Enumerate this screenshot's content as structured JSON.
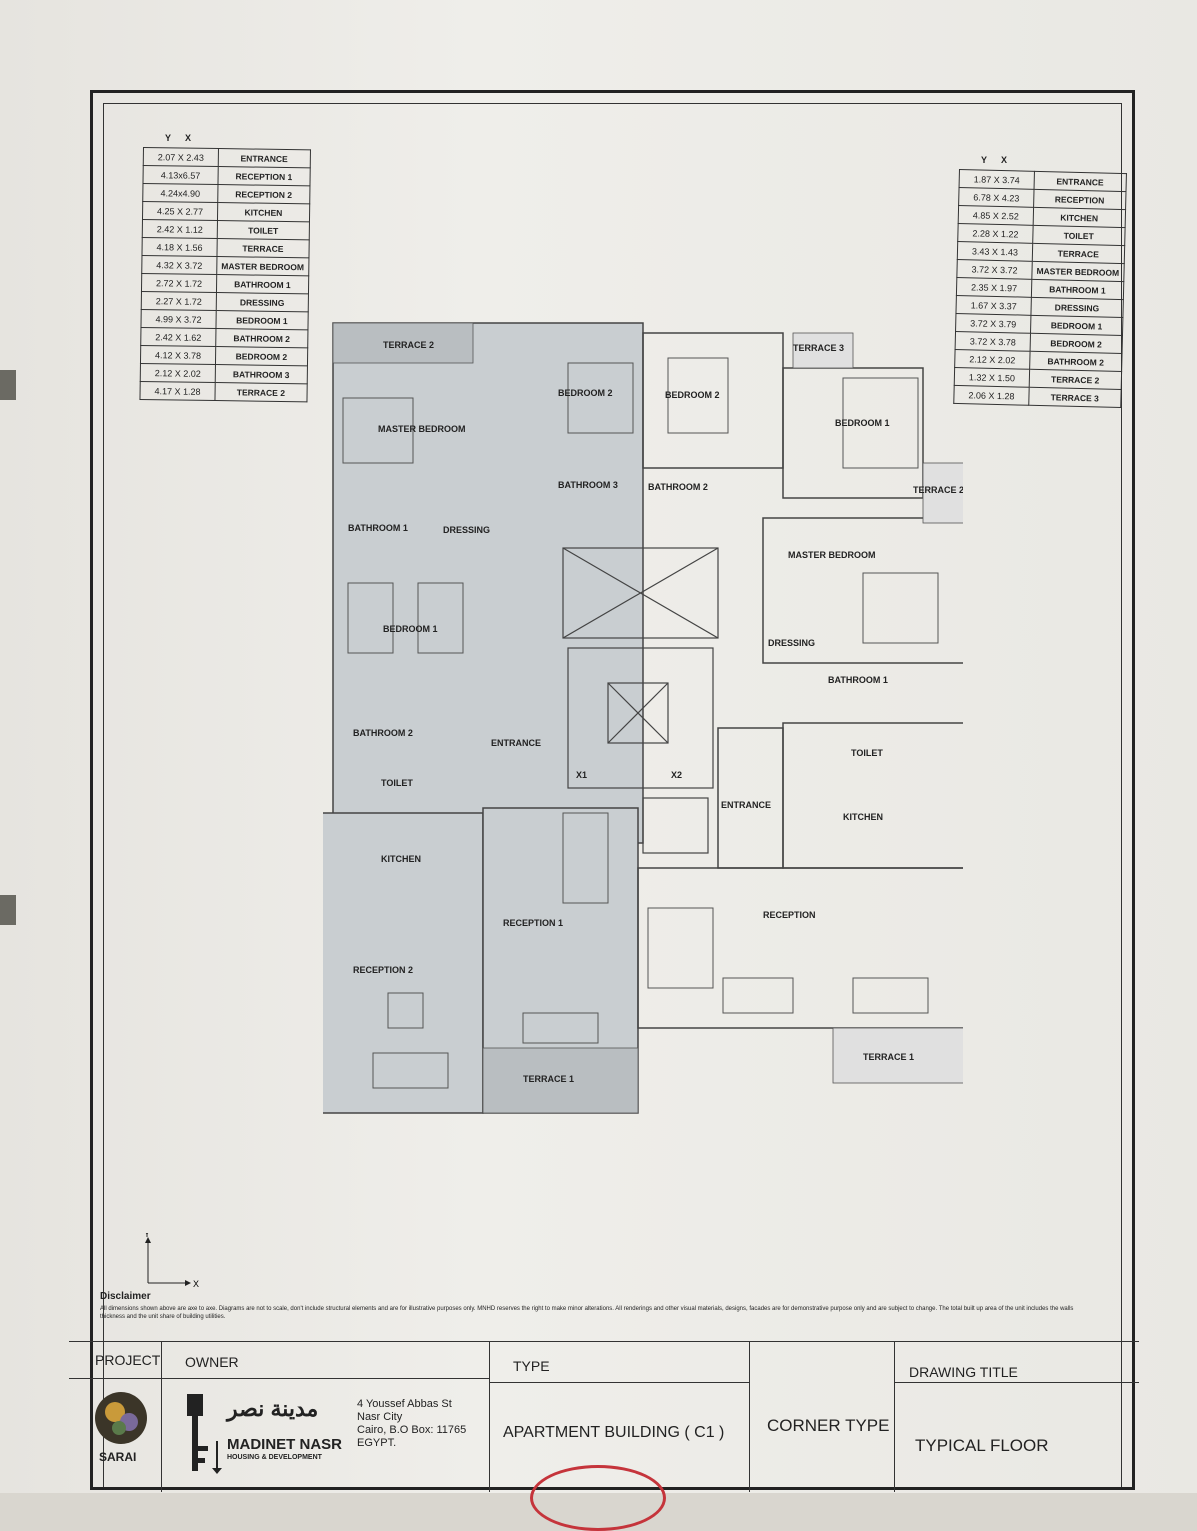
{
  "tables": {
    "left": {
      "axis_y": "Y",
      "axis_x": "X",
      "rows": [
        [
          "2.07 X 2.43",
          "ENTRANCE"
        ],
        [
          "4.13x6.57",
          "RECEPTION 1"
        ],
        [
          "4.24x4.90",
          "RECEPTION 2"
        ],
        [
          "4.25 X 2.77",
          "KITCHEN"
        ],
        [
          "2.42 X 1.12",
          "TOILET"
        ],
        [
          "4.18 X 1.56",
          "TERRACE"
        ],
        [
          "4.32 X 3.72",
          "MASTER BEDROOM"
        ],
        [
          "2.72 X 1.72",
          "BATHROOM 1"
        ],
        [
          "2.27 X 1.72",
          "DRESSING"
        ],
        [
          "4.99 X 3.72",
          "BEDROOM 1"
        ],
        [
          "2.42 X 1.62",
          "BATHROOM 2"
        ],
        [
          "4.12 X 3.78",
          "BEDROOM 2"
        ],
        [
          "2.12 X 2.02",
          "BATHROOM 3"
        ],
        [
          "4.17 X 1.28",
          "TERRACE 2"
        ]
      ]
    },
    "right": {
      "axis_y": "Y",
      "axis_x": "X",
      "rows": [
        [
          "1.87 X 3.74",
          "ENTRANCE"
        ],
        [
          "6.78 X 4.23",
          "RECEPTION"
        ],
        [
          "4.85 X 2.52",
          "KITCHEN"
        ],
        [
          "2.28 X 1.22",
          "TOILET"
        ],
        [
          "3.43 X 1.43",
          "TERRACE"
        ],
        [
          "3.72 X 3.72",
          "MASTER BEDROOM"
        ],
        [
          "2.35 X 1.97",
          "BATHROOM 1"
        ],
        [
          "1.67 X 3.37",
          "DRESSING"
        ],
        [
          "3.72 X 3.79",
          "BEDROOM 1"
        ],
        [
          "3.72 X 3.78",
          "BEDROOM 2"
        ],
        [
          "2.12 X 2.02",
          "BATHROOM 2"
        ],
        [
          "1.32 X 1.50",
          "TERRACE 2"
        ],
        [
          "2.06 X 1.28",
          "TERRACE 3"
        ]
      ]
    }
  },
  "plan": {
    "left": {
      "terrace2": "TERRACE 2",
      "master_bedroom": "MASTER BEDROOM",
      "bedroom2": "BEDROOM 2",
      "bathroom3": "BATHROOM 3",
      "bathroom1": "BATHROOM 1",
      "dressing": "DRESSING",
      "bedroom1": "BEDROOM 1",
      "bathroom2": "BATHROOM 2",
      "entrance": "ENTRANCE",
      "toilet": "TOILET",
      "kitchen": "KITCHEN",
      "reception1": "RECEPTION 1",
      "reception2": "RECEPTION 2",
      "terrace1": "TERRACE 1"
    },
    "right": {
      "terrace3": "TERRACE 3",
      "bedroom2": "BEDROOM 2",
      "bedroom1": "BEDROOM 1",
      "bathroom2": "BATHROOM 2",
      "terrace2": "TERRACE 2",
      "master_bedroom": "MASTER BEDROOM",
      "dressing": "DRESSING",
      "bathroom1": "BATHROOM 1",
      "toilet": "TOILET",
      "entrance": "ENTRANCE",
      "kitchen": "KITCHEN",
      "reception": "RECEPTION",
      "terrace1": "TERRACE 1"
    },
    "core": {
      "exit1": "X1",
      "exit2": "X2"
    }
  },
  "axis": {
    "y": "Y",
    "x": "X"
  },
  "disclaimer": {
    "heading": "Disclaimer",
    "text": "All dimensions shown above are axe to axe. Diagrams are not to scale, don't include structural elements and are for illustrative purposes only. MNHD reserves the right to make minor alterations. All renderings and other visual materials, designs, facades are for demonstrative purpose only and are subject to change. The total built up area of the unit includes the walls thickness and the unit share of building utilities."
  },
  "title_block": {
    "project_label": "PROJECT",
    "owner_label": "OWNER",
    "type_label": "TYPE",
    "drawing_title_label": "DRAWING TITLE",
    "project_logo_text": "SARAI",
    "owner_name_ar": "مدينة نصر",
    "owner_name": "MADINET NASR",
    "owner_tagline": "HOUSING & DEVELOPMENT",
    "address": [
      "4 Youssef Abbas St",
      "Nasr City",
      "Cairo, B.O Box: 11765",
      "EGYPT."
    ],
    "type_value": "APARTMENT BUILDING ( C1 )",
    "unit_type": "CORNER TYPE",
    "drawing_title": "TYPICAL FLOOR"
  }
}
